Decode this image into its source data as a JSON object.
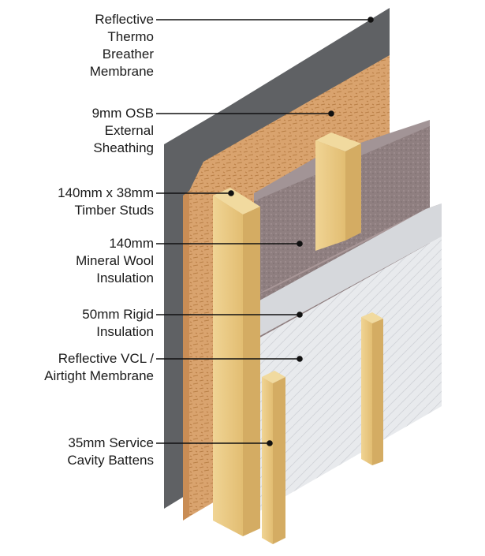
{
  "labels": [
    {
      "id": "reflective-thermo-breather-membrane",
      "text": "Reflective\nThermo\nBreather\nMembrane"
    },
    {
      "id": "osb-external-sheathing",
      "text": "9mm OSB\nExternal\nSheathing"
    },
    {
      "id": "timber-studs",
      "text": "140mm x 38mm\nTimber Studs"
    },
    {
      "id": "mineral-wool-insulation",
      "text": "140mm\nMineral Wool\nInsulation"
    },
    {
      "id": "rigid-insulation",
      "text": "50mm Rigid\nInsulation"
    },
    {
      "id": "vcl-airtight-membrane",
      "text": "Reflective VCL /\nAirtight Membrane"
    },
    {
      "id": "service-cavity-battens",
      "text": "35mm Service\nCavity Battens"
    }
  ],
  "colors": {
    "membrane": "#5f6164",
    "osb": "#d9a36e",
    "osb_edge": "#c98d55",
    "timber": "#e9c983",
    "timber_side": "#d4ac63",
    "mineral_wool": "#8f7f80",
    "mineral_wool_top": "#a29496",
    "rigid_insulation": "#d6d8dc",
    "rigid_edge": "#8e7d80",
    "vcl": "#e9ebee",
    "leader": "#111111"
  }
}
